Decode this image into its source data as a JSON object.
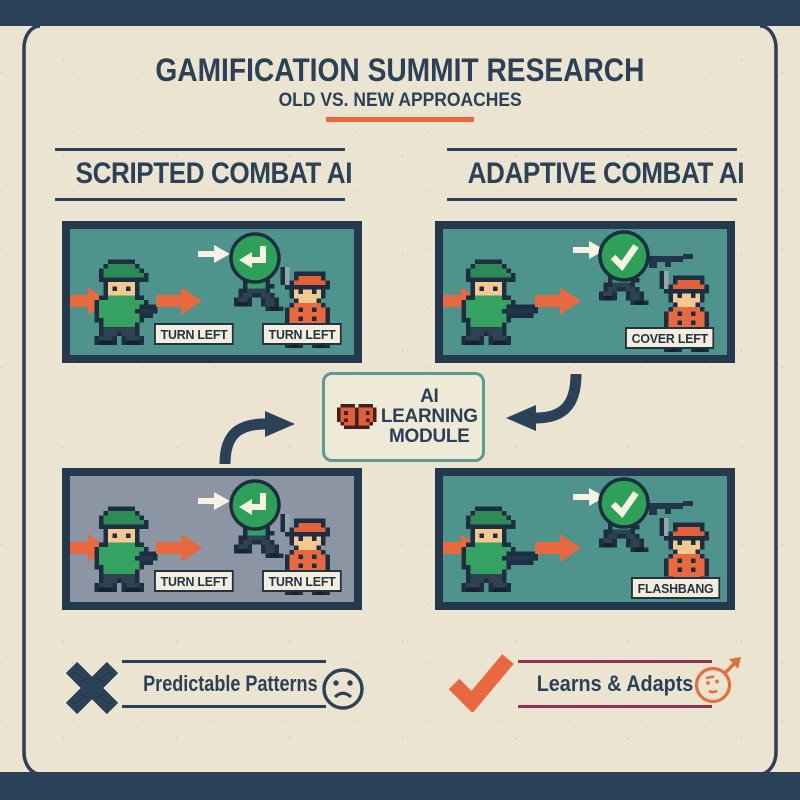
{
  "poster": {
    "title": "GAMIFICATION SUMMIT RESEARCH",
    "subtitle": "OLD VS. NEW APPROACHES"
  },
  "columns": {
    "left": {
      "heading": "SCRIPTED COMBAT AI"
    },
    "right": {
      "heading": "ADAPTIVE COMBAT AI"
    }
  },
  "panels": {
    "top_left": {
      "label_1": "TURN LEFT",
      "label_2": "TURN LEFT",
      "badge": "turn-left-arrow",
      "background": "#4F948C"
    },
    "top_right": {
      "label_1": "COVER LEFT",
      "badge": "checkmark",
      "background": "#4F948C"
    },
    "bottom_left": {
      "label_1": "TURN LEFT",
      "label_2": "TURN LEFT",
      "badge": "turn-left-arrow",
      "background": "#8C95A3"
    },
    "bottom_right": {
      "label_1": "FLASHBANG",
      "badge": "checkmark",
      "background": "#4F948C"
    }
  },
  "module": {
    "icon": "brain-icon",
    "lines": [
      "AI",
      "LEARNING",
      "MODULE"
    ]
  },
  "footer": {
    "left": {
      "mark": "x-mark",
      "label": "Predictable Patterns",
      "emoji": "sad-face"
    },
    "right": {
      "mark": "check-mark",
      "label": "Learns & Adapts",
      "emoji": "thinking-face-arrow"
    }
  },
  "colors": {
    "bg": "#EBE4D1",
    "navy": "#2B4157",
    "pborder": "#25394E",
    "teal": "#4F948C",
    "gray": "#8C95A3",
    "orange": "#E8683F",
    "green": "#2EA058",
    "maroon": "#8F3357",
    "labelbg": "#F4EDDB"
  }
}
